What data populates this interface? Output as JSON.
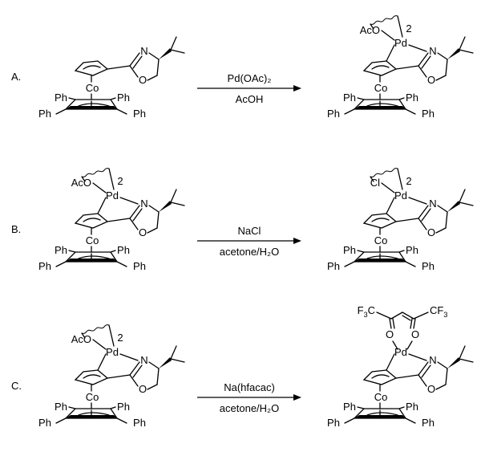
{
  "rows": [
    {
      "label": "A.",
      "reagent_top": "Pd(OAc)₂",
      "reagent_bottom": "AcOH",
      "reactant": {
        "palladated": false
      },
      "product": {
        "palladated": true,
        "ligand_type": "acetate",
        "ligand_text": "AcO",
        "dimer": "2"
      }
    },
    {
      "label": "B.",
      "reagent_top": "NaCl",
      "reagent_bottom": "acetone/H₂O",
      "reactant": {
        "palladated": true,
        "ligand_type": "acetate",
        "ligand_text": "AcO",
        "dimer": "2"
      },
      "product": {
        "palladated": true,
        "ligand_type": "chloride",
        "ligand_text": "Cl",
        "dimer": "2"
      }
    },
    {
      "label": "C.",
      "reagent_top": "Na(hfacac)",
      "reagent_bottom": "acetone/H₂O",
      "reactant": {
        "palladated": true,
        "ligand_type": "acetate",
        "ligand_text": "AcO",
        "dimer": "2"
      },
      "product": {
        "palladated": true,
        "ligand_type": "hfacac",
        "cf3_text": "CF",
        "cf3_sub": "3",
        "f3c_text": "F",
        "f3c_sub": "3",
        "f3c_tail": "C",
        "o_text": "O"
      }
    }
  ],
  "atoms": {
    "cobalt": "Co",
    "palladium": "Pd",
    "nitrogen": "N",
    "oxygen": "O",
    "phenyl": "Ph"
  }
}
